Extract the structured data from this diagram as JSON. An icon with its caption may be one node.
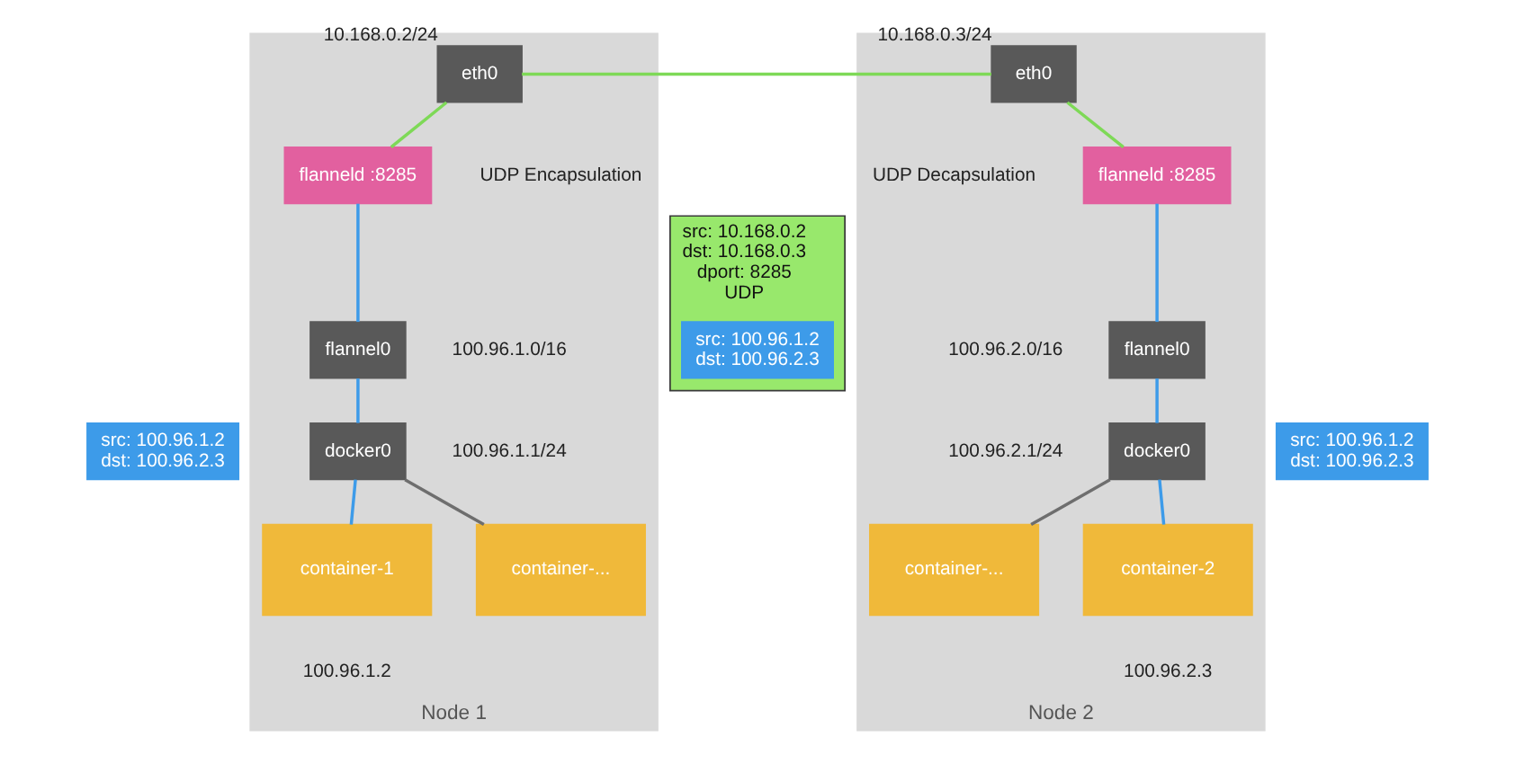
{
  "diagram": {
    "nodes": [
      {
        "text": [
          "Node 1"
        ]
      },
      {
        "text": [
          "eth0"
        ],
        "in": 0,
        "beside": [
          "10.168.0.2/24"
        ]
      },
      {
        "text": [
          "flanneld :8285"
        ],
        "in": 0,
        "beside": [
          "UDP Encapsulation"
        ]
      },
      {
        "text": [
          "flannel0"
        ],
        "in": 0,
        "beside": [
          "100.96.1.0/16"
        ]
      },
      {
        "text": [
          "docker0"
        ],
        "in": 0,
        "beside": [
          "100.96.1.1/24"
        ]
      },
      {
        "text": [
          "src: 100.96.1.2",
          "dst: 100.96.2.3"
        ]
      },
      {
        "text": [
          "container-1"
        ],
        "in": 0,
        "beside": [
          "100.96.1.2"
        ]
      },
      {
        "text": [
          "container-..."
        ],
        "in": 0
      },
      {
        "text": [
          "src: 10.168.0.2",
          "dst: 10.168.0.3",
          "dport: 8285",
          "UDP"
        ]
      },
      {
        "text": [
          "src: 100.96.1.2",
          "dst: 100.96.2.3"
        ],
        "in": 8
      },
      {
        "text": [
          "Node 2"
        ]
      },
      {
        "text": [
          "eth0"
        ],
        "in": 10,
        "beside": [
          "10.168.0.3/24"
        ]
      },
      {
        "text": [
          "flanneld :8285"
        ],
        "in": 10,
        "beside": [
          "UDP Decapsulation"
        ]
      },
      {
        "text": [
          "flannel0"
        ],
        "in": 10,
        "beside": [
          "100.96.2.0/16"
        ]
      },
      {
        "text": [
          "docker0"
        ],
        "in": 10,
        "beside": [
          "100.96.2.1/24"
        ]
      },
      {
        "text": [
          "src: 100.96.1.2",
          "dst: 100.96.2.3"
        ]
      },
      {
        "text": [
          "container-..."
        ],
        "in": 10
      },
      {
        "text": [
          "container-2"
        ],
        "in": 10,
        "beside": [
          "100.96.2.3"
        ]
      }
    ],
    "edges": [
      {
        "from": 1,
        "to": 11,
        "arrow": "none",
        "color": "#7ed957"
      },
      {
        "from": 1,
        "to": 2,
        "arrow": "none",
        "color": "#7ed957"
      },
      {
        "from": 2,
        "to": 3,
        "arrow": "none"
      },
      {
        "from": 3,
        "to": 4,
        "arrow": "none"
      },
      {
        "from": 4,
        "to": 6,
        "arrow": "none"
      },
      {
        "from": 4,
        "to": 7,
        "arrow": "none",
        "color": "#6e6e6e"
      },
      {
        "from": 11,
        "to": 12,
        "arrow": "none",
        "color": "#7ed957"
      },
      {
        "from": 12,
        "to": 13,
        "arrow": "none"
      },
      {
        "from": 13,
        "to": 14,
        "arrow": "none"
      },
      {
        "from": 14,
        "to": 16,
        "arrow": "none",
        "color": "#6e6e6e"
      },
      {
        "from": 14,
        "to": 17,
        "arrow": "none"
      }
    ]
  }
}
